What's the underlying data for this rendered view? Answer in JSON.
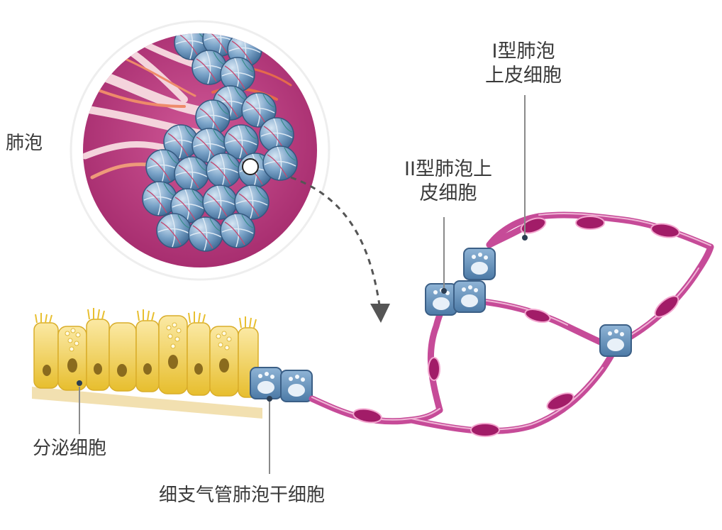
{
  "labels": {
    "alveolus": "肺泡",
    "type1_cell": "I型肺泡\n上皮细胞",
    "type2_cell": "II型肺泡上\n皮细胞",
    "secretory_cell": "分泌细胞",
    "basc_cell": "细支气管肺泡干细胞"
  },
  "colors": {
    "magnifier_bg": "#b8357a",
    "alveolar_sac": "#6f9bc0",
    "capillary": "#c64b98",
    "nucleus": "#a21c68",
    "type2_cell": "#5f8fb8",
    "secretory_cell": "#f3d24a",
    "leader_line": "#8a8a8a"
  }
}
